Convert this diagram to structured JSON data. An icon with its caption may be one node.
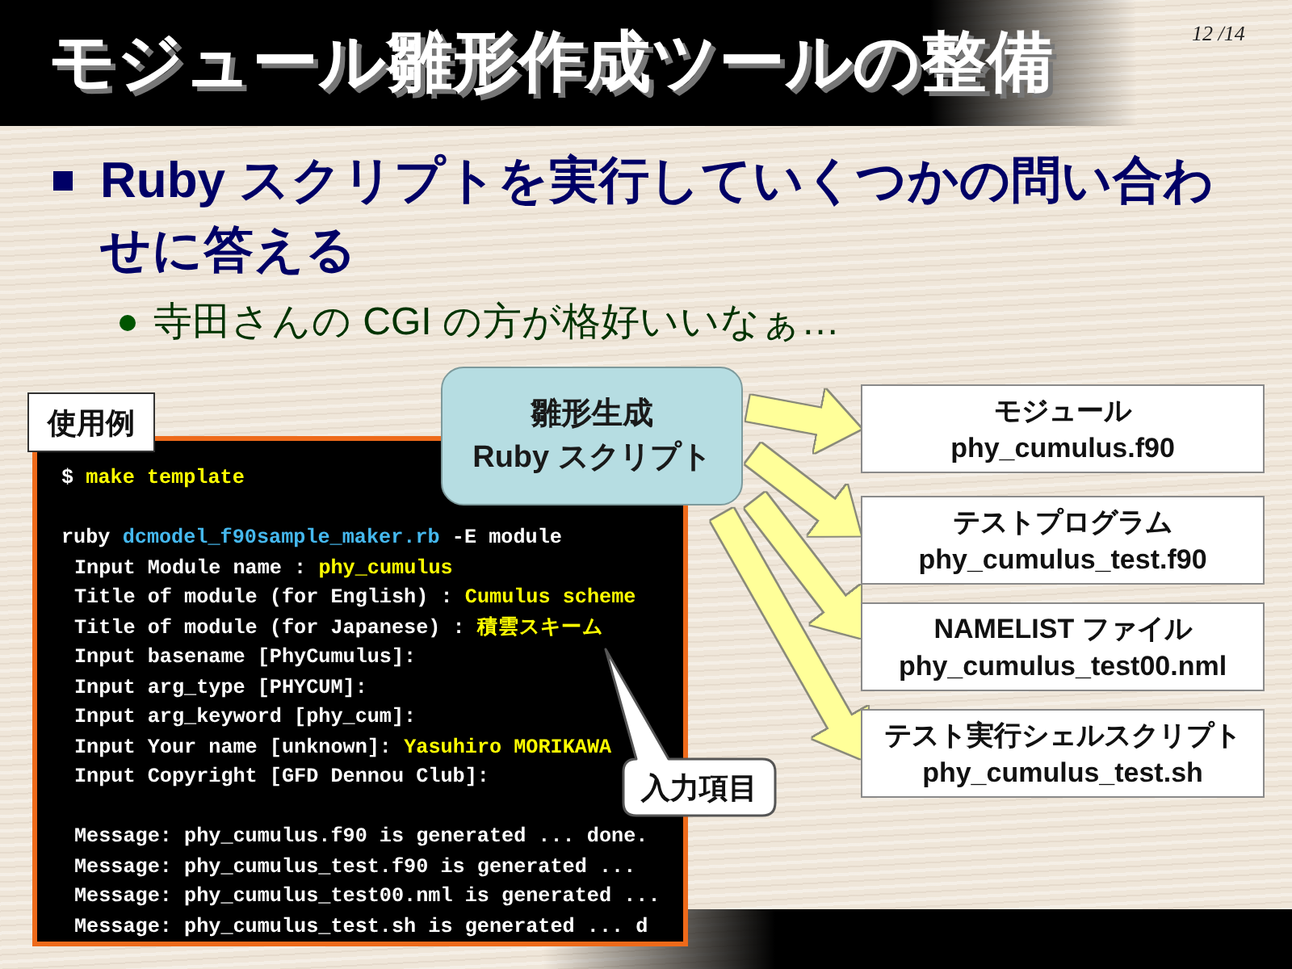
{
  "diagram": {
    "title": "モジュール雛形作成ツールの整備",
    "nodes": [
      {
        "text": [
          "使用例"
        ]
      },
      {
        "text": [
          "$",
          "make template",
          "ruby",
          "dcmodel_f90sample_maker.rb",
          "-E module",
          "Input Module name :",
          "phy_cumulus",
          "Title of module (for English) :",
          "Cumulus scheme",
          "Title of module (for Japanese) :",
          "積雲スキーム",
          "Input basename [PhyCumulus]:",
          "Input arg_type [PHYCUM]:",
          "Input arg_keyword [phy_cum]:",
          "Input Your name [unknown]:",
          "Yasuhiro MORIKAWA",
          "Input Copyright [GFD Dennou Club]:",
          "Message: phy_cumulus.f90 is generated ... done.",
          "Message: phy_cumulus_test.f90 is generated ...",
          "Message: phy_cumulus_test00.nml is generated ...",
          "Message: phy_cumulus_test.sh is generated ... d"
        ]
      },
      {
        "text": [
          "雛形生成",
          "Ruby スクリプト"
        ]
      },
      {
        "text": [
          "モジュール",
          "phy_cumulus.f90"
        ]
      },
      {
        "text": [
          "テストプログラム",
          "phy_cumulus_test.f90"
        ]
      },
      {
        "text": [
          "NAMELIST ファイル",
          "phy_cumulus_test00.nml"
        ]
      },
      {
        "text": [
          "テスト実行シェルスクリプト",
          "phy_cumulus_test.sh"
        ]
      },
      {
        "text": [
          "入力項目"
        ]
      }
    ],
    "edges": [
      {
        "from": 2,
        "to": 3,
        "arrow": "to"
      },
      {
        "from": 2,
        "to": 4,
        "arrow": "to"
      },
      {
        "from": 2,
        "to": 5,
        "arrow": "to"
      },
      {
        "from": 2,
        "to": 6,
        "arrow": "to"
      }
    ],
    "labels": [
      "12 /14",
      "Ruby スクリプトを実行していくつかの問い合わせに答える",
      "寺田さんの CGI の方が格好いいなぁ…"
    ]
  }
}
